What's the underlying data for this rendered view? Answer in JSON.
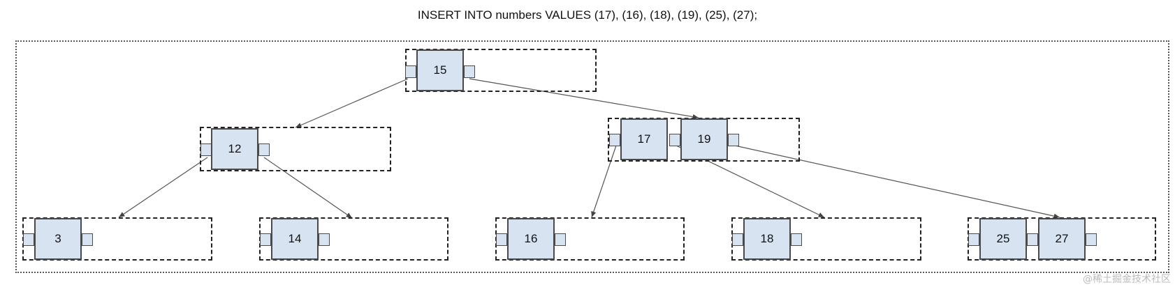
{
  "title": "INSERT INTO numbers VALUES (17), (16), (18), (19), (25), (27);",
  "watermark": "@稀土掘金技术社区",
  "tree": {
    "root": {
      "keys": [
        "15"
      ]
    },
    "level1": [
      {
        "keys": [
          "12"
        ]
      },
      {
        "keys": [
          "17",
          "19"
        ]
      }
    ],
    "leaves": [
      {
        "keys": [
          "3"
        ]
      },
      {
        "keys": [
          "14"
        ]
      },
      {
        "keys": [
          "16"
        ]
      },
      {
        "keys": [
          "18"
        ]
      },
      {
        "keys": [
          "25",
          "27"
        ]
      }
    ]
  },
  "colors": {
    "key_fill": "#d7e3f1",
    "border": "#4a4a4a",
    "edge": "#555555"
  }
}
